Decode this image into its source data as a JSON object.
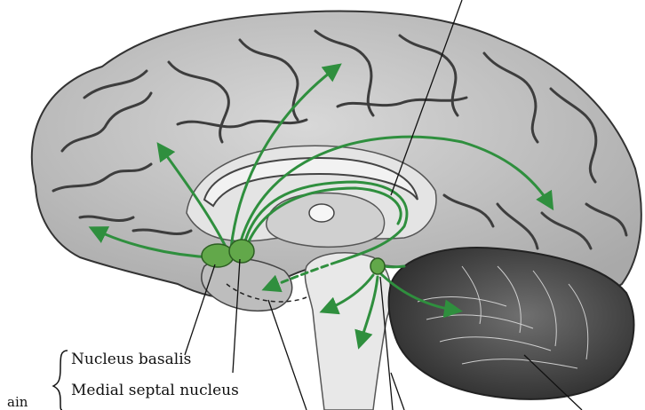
{
  "labels": {
    "nucleus_basalis": "Nucleus basalis",
    "medial_septal": "Medial septal nucleus",
    "left_fragment": "ain"
  },
  "colors": {
    "pathway_green": "#2f8f3e",
    "nucleus_green": "#62a84a",
    "cortex_gray": "#c8c8c8",
    "sulcus_dark": "#3d3d3d",
    "cerebellum_dark": "#4a4a4a"
  }
}
